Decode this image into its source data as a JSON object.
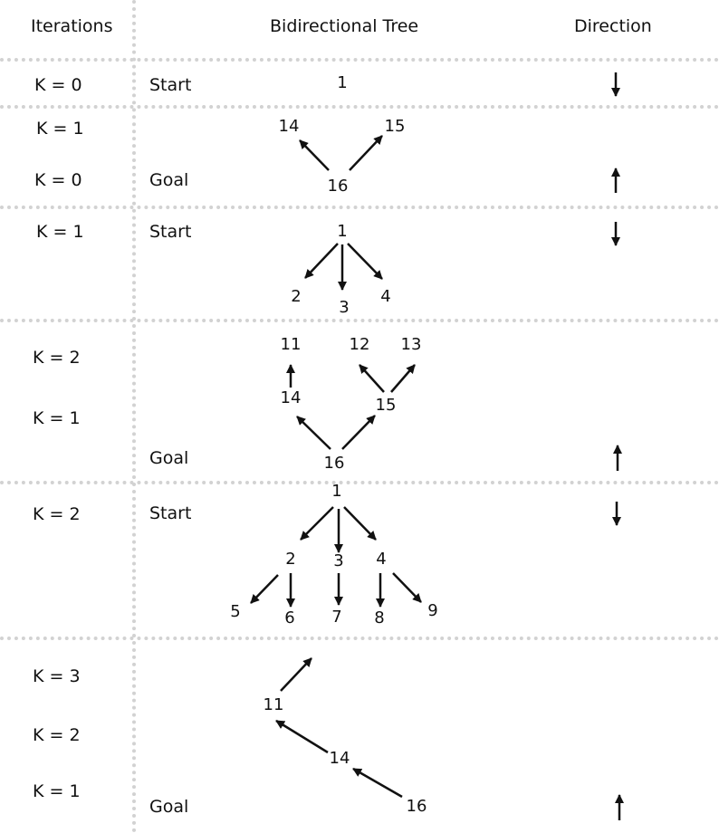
{
  "headers": {
    "iterations": "Iterations",
    "tree": "Bidirectional Tree",
    "direction": "Direction"
  },
  "iteration_labels": [
    "K = 0",
    "K = 1",
    "K = 0",
    "K = 1",
    "K = 2",
    "K = 1",
    "K = 2",
    "K = 3",
    "K = 2",
    "K = 1"
  ],
  "side_labels": {
    "start": "Start",
    "goal": "Goal"
  },
  "nodes": [
    "1",
    "14",
    "15",
    "16",
    "2",
    "3",
    "4",
    "11",
    "12",
    "13",
    "5",
    "6",
    "7",
    "8",
    "9"
  ],
  "directions": [
    "down",
    "up",
    "down",
    "up",
    "down",
    "up"
  ]
}
